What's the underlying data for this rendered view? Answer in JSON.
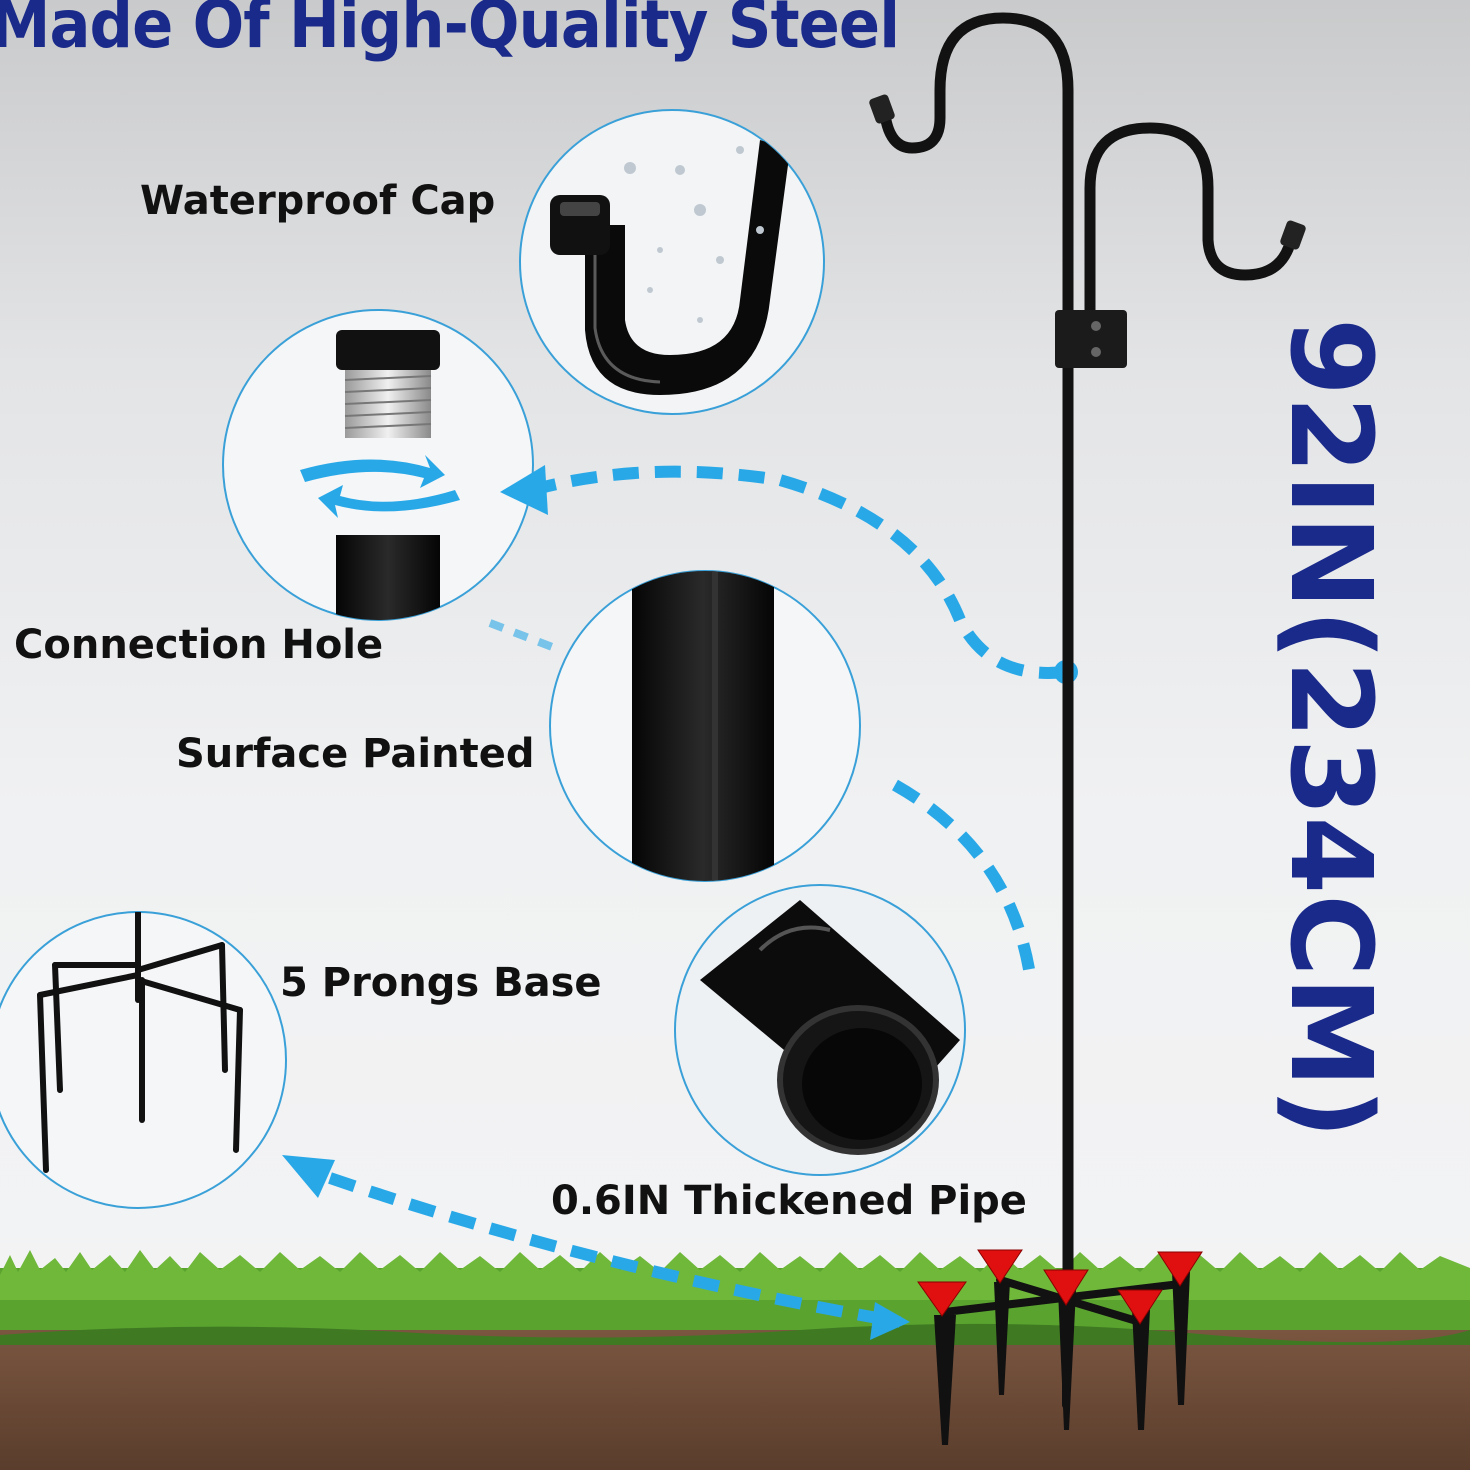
{
  "title": "Made Of High-Quality Steel",
  "height_label": "92IN(234CM)",
  "features": {
    "waterproof_cap": "Waterproof Cap",
    "connection_hole": "Connection Hole",
    "surface_painted": "Surface Painted",
    "prongs_base": "5 Prongs Base",
    "thickened_pipe": "0.6IN Thickened Pipe"
  },
  "colors": {
    "title": "#1a2a8a",
    "accent_blue": "#29a8e8",
    "circle_border": "#3aa0d8",
    "steel": "#151515",
    "prong_marker": "#e01010",
    "grass": "#4f9a2a",
    "soil": "#6b4a35"
  },
  "icons": [
    "water-drop-icon",
    "rotate-arrows-icon",
    "dashed-arrow-icon"
  ]
}
